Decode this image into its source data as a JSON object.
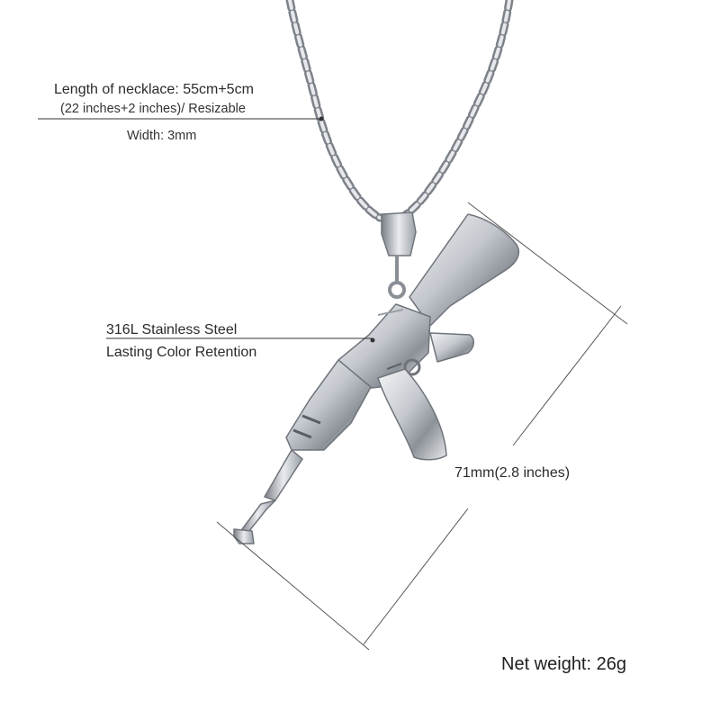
{
  "product": {
    "chain_length_line1": "Length of necklace: 55cm+5cm",
    "chain_length_line2": "(22 inches+2 inches)/ Resizable",
    "chain_width": "Width: 3mm",
    "material_line1": "316L Stainless Steel",
    "material_line2": "Lasting Color Retention",
    "pendant_length": "71mm(2.8 inches)",
    "net_weight": "Net weight: 26g"
  },
  "colors": {
    "background": "#ffffff",
    "metal": "#c9ccd1",
    "metal_shadow": "#6f747b",
    "text": "#2b2b2b",
    "leader_line": "#333333"
  }
}
